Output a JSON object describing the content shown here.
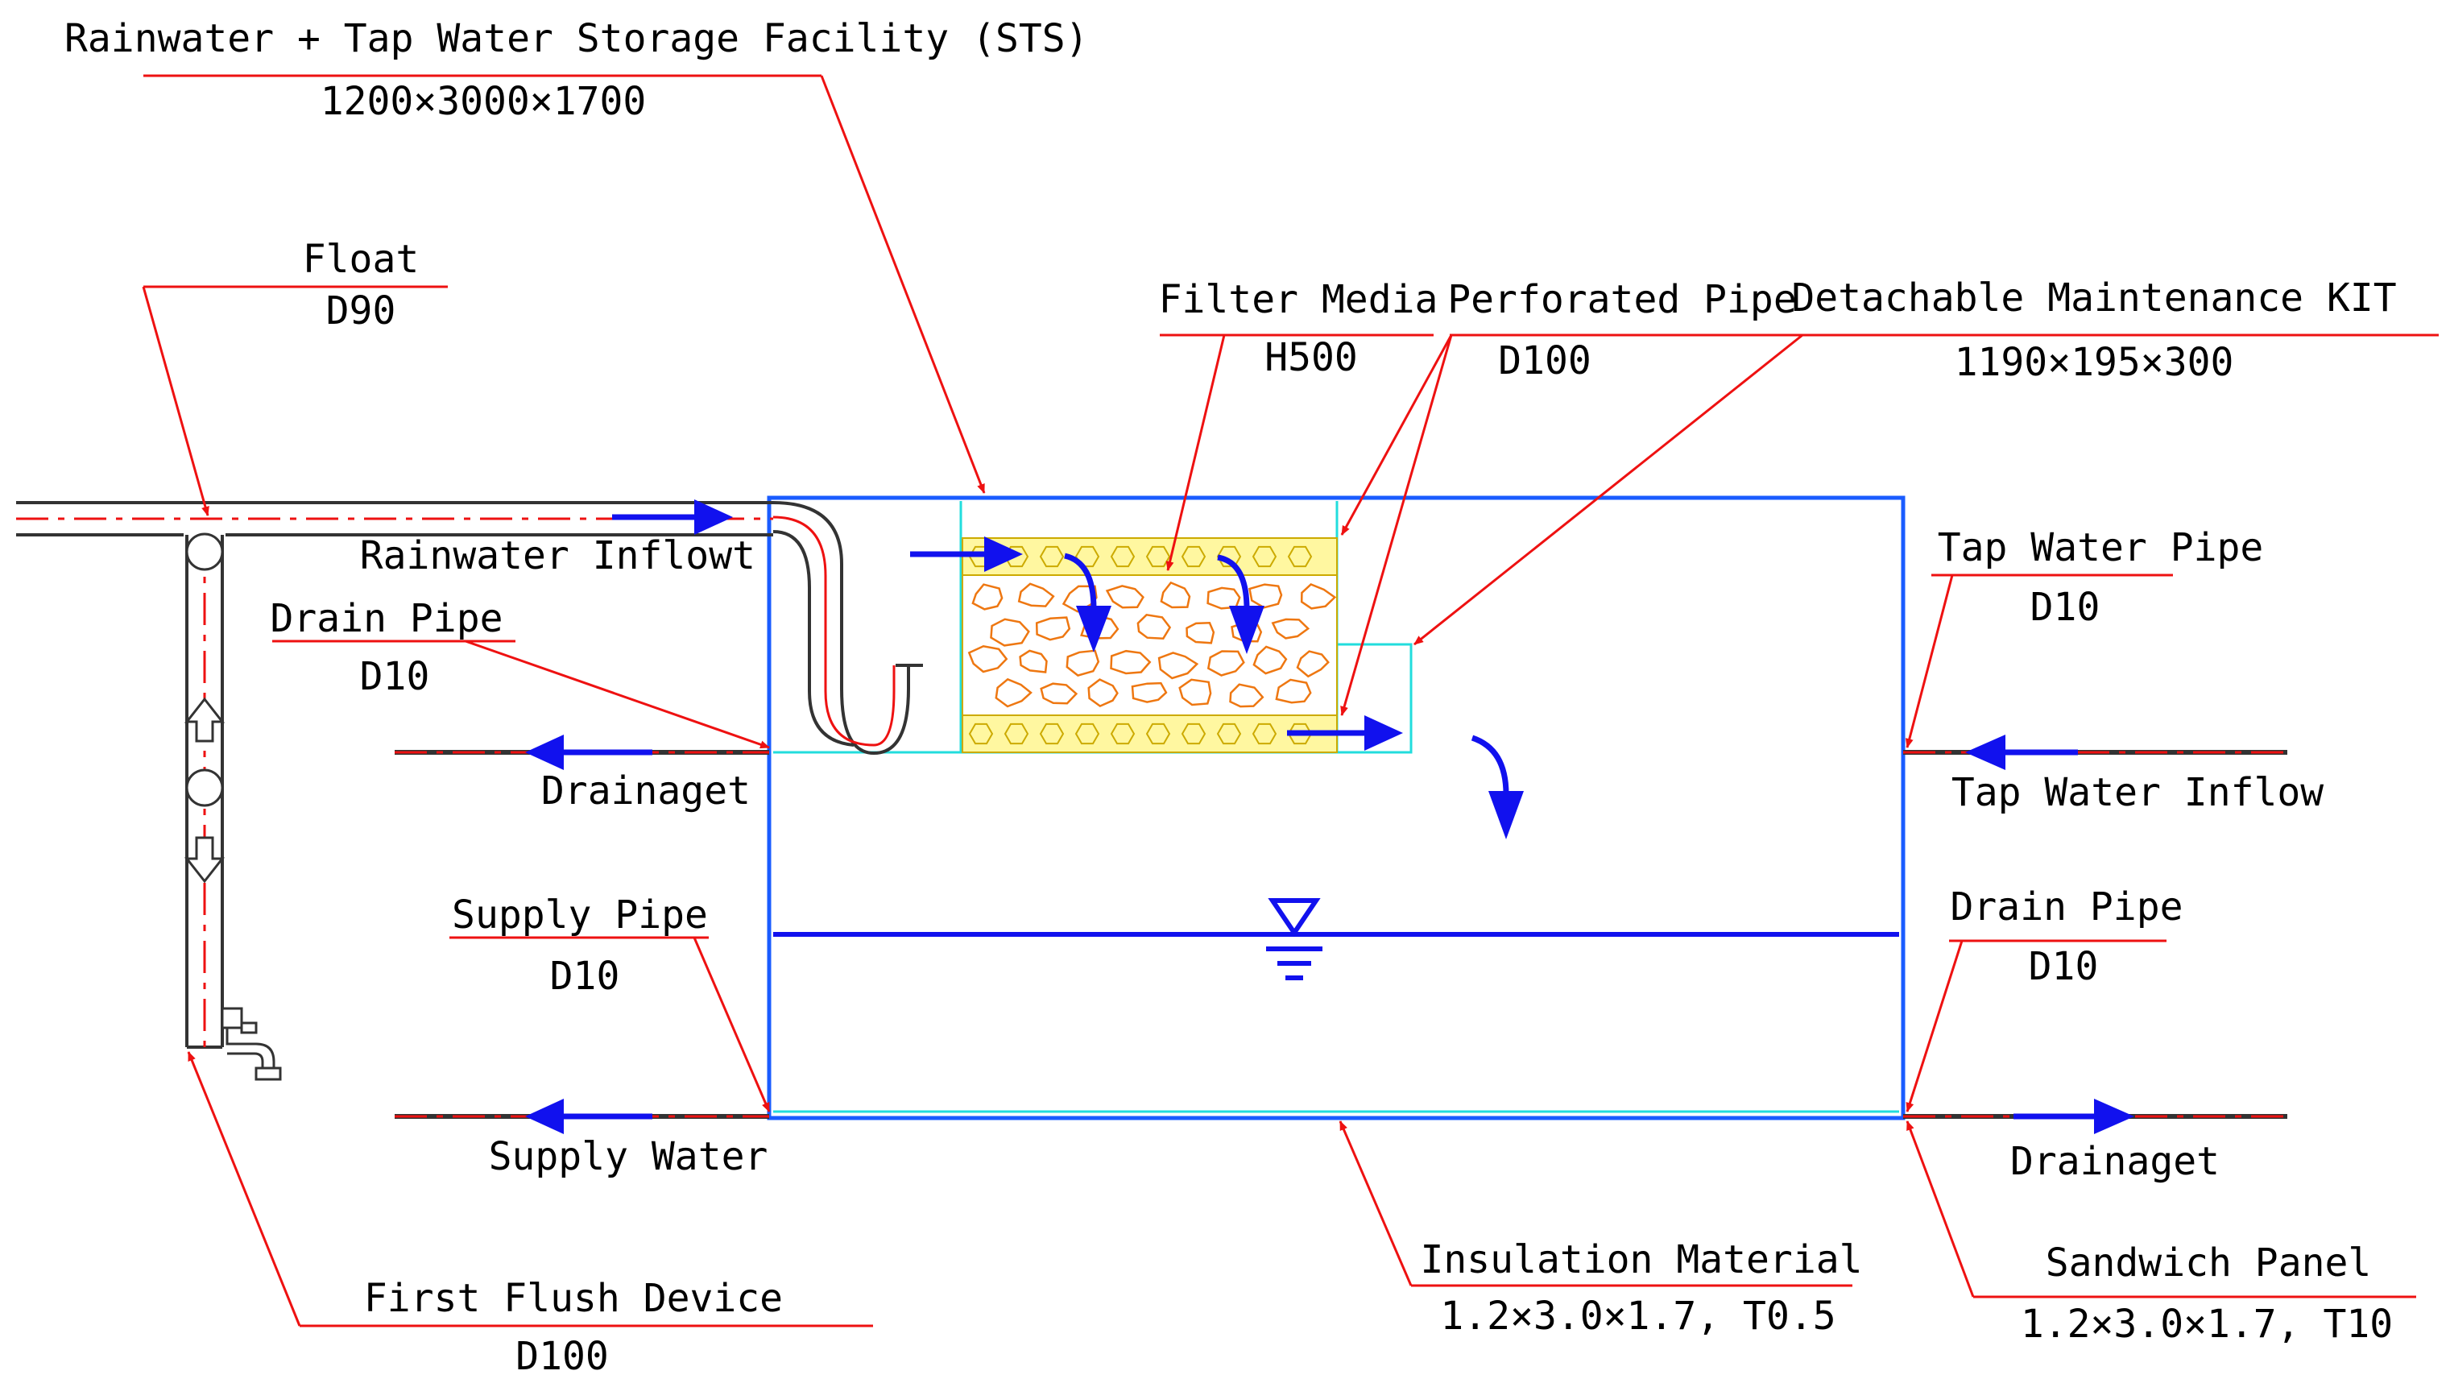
{
  "labels": {
    "sts_title": "Rainwater + Tap Water Storage Facility (STS)",
    "sts_dim": "1200×3000×1700",
    "float_title": "Float",
    "float_dim": "D90",
    "filter_title": "Filter Media",
    "filter_dim": "H500",
    "perf_title": "Perforated Pipe",
    "perf_dim": "D100",
    "kit_title": "Detachable Maintenance KIT",
    "kit_dim": "1190×195×300",
    "rain_inflow": "Rainwater Inflowt",
    "drain_left_title": "Drain Pipe",
    "drain_left_dim": "D10",
    "drainage_left": "Drainaget",
    "supply_title": "Supply Pipe",
    "supply_dim": "D10",
    "supply_water": "Supply Water",
    "first_flush_title": "First Flush Device",
    "first_flush_dim": "D100",
    "tap_title": "Tap Water Pipe",
    "tap_dim": "D10",
    "tap_inflow": "Tap Water Inflow",
    "drain_right_title": "Drain Pipe",
    "drain_right_dim": "D10",
    "drainage_right": "Drainaget",
    "insulation_title": "Insulation Material",
    "insulation_dim": "1.2×3.0×1.7, T0.5",
    "sandwich_title": "Sandwich Panel",
    "sandwich_dim": "1.2×3.0×1.7, T10"
  },
  "colors": {
    "leader": "#ee1111",
    "tank": "#1a5cff",
    "flow": "#1111ee",
    "filter_media": "#ee7711",
    "perforated_pipe": "#ccaa00",
    "inner_lines": "#22dddd"
  },
  "icons": {
    "water_level": "water-level-icon",
    "faucet": "faucet-icon"
  }
}
